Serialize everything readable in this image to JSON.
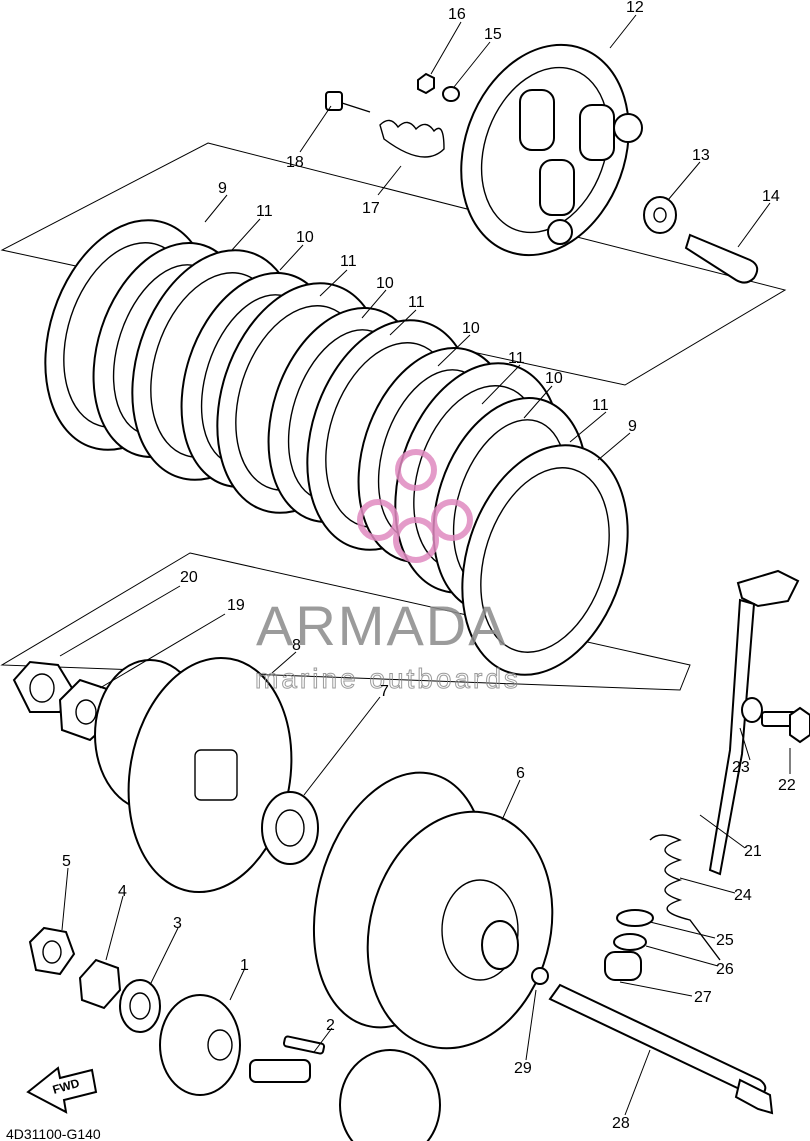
{
  "diagram_code": "4D31100-G140",
  "watermark": {
    "brand": "ARMADA",
    "tagline": "marine outboards",
    "color": "#e08ac0"
  },
  "fwd_arrow_label": "FWD",
  "callouts": [
    "1",
    "2",
    "3",
    "4",
    "5",
    "6",
    "7",
    "8",
    "9",
    "9",
    "10",
    "10",
    "10",
    "10",
    "11",
    "11",
    "11",
    "11",
    "11",
    "12",
    "13",
    "14",
    "15",
    "16",
    "17",
    "18",
    "19",
    "20",
    "21",
    "22",
    "23",
    "24",
    "25",
    "26",
    "27",
    "28",
    "29"
  ]
}
